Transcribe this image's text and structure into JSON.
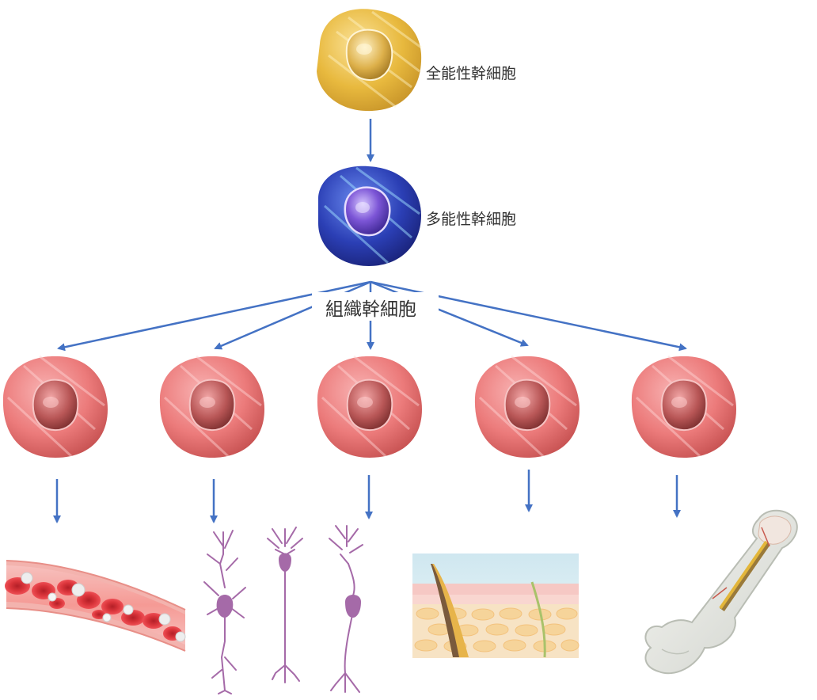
{
  "labels": {
    "totipotent": "全能性幹細胞",
    "pluripotent": "多能性幹細胞",
    "tissue": "組織幹細胞"
  },
  "colors": {
    "arrow": "#4472c4",
    "totipotent_cell": "#e8b93e",
    "pluripotent_cell": "#2b3fb5",
    "tissue_cell": "#ec7b7b",
    "neuron": "#a56aa8",
    "blood": "#d9343a",
    "bone": "#e4e4de"
  },
  "icons": {
    "blood": "blood-vessel-icon",
    "neurons": "neuron-icon",
    "skin": "skin-layer-icon",
    "bone": "bone-icon"
  }
}
